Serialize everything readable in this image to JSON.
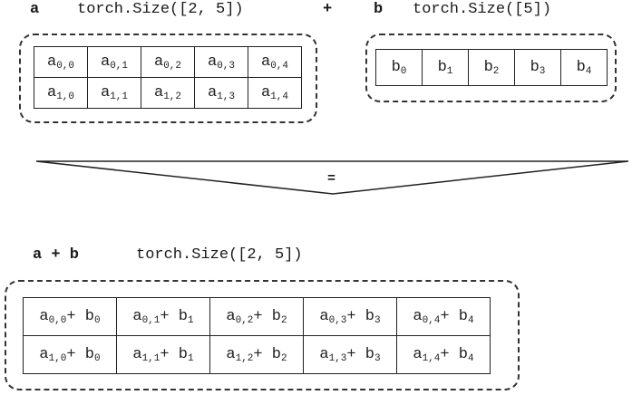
{
  "top": {
    "a_name": "a",
    "a_shape": "torch.Size([2, 5])",
    "plus_op": "+",
    "b_name": "b",
    "b_shape": "torch.Size([5])"
  },
  "equals": "=",
  "result": {
    "name": "a + b",
    "shape": "torch.Size([2, 5])"
  },
  "grid_a": [
    [
      [
        "a",
        "0,0"
      ],
      [
        "a",
        "0,1"
      ],
      [
        "a",
        "0,2"
      ],
      [
        "a",
        "0,3"
      ],
      [
        "a",
        "0,4"
      ]
    ],
    [
      [
        "a",
        "1,0"
      ],
      [
        "a",
        "1,1"
      ],
      [
        "a",
        "1,2"
      ],
      [
        "a",
        "1,3"
      ],
      [
        "a",
        "1,4"
      ]
    ]
  ],
  "grid_b": [
    [
      [
        "b",
        "0"
      ],
      [
        "b",
        "1"
      ],
      [
        "b",
        "2"
      ],
      [
        "b",
        "3"
      ],
      [
        "b",
        "4"
      ]
    ]
  ],
  "grid_sum": [
    [
      [
        "a",
        "0,0",
        "+ b",
        "0"
      ],
      [
        "a",
        "0,1",
        "+ b",
        "1"
      ],
      [
        "a",
        "0,2",
        "+ b",
        "2"
      ],
      [
        "a",
        "0,3",
        "+ b",
        "3"
      ],
      [
        "a",
        "0,4",
        "+ b",
        "4"
      ]
    ],
    [
      [
        "a",
        "1,0",
        "+ b",
        "0"
      ],
      [
        "a",
        "1,1",
        "+ b",
        "1"
      ],
      [
        "a",
        "1,2",
        "+ b",
        "2"
      ],
      [
        "a",
        "1,3",
        "+ b",
        "3"
      ],
      [
        "a",
        "1,4",
        "+ b",
        "4"
      ]
    ]
  ]
}
